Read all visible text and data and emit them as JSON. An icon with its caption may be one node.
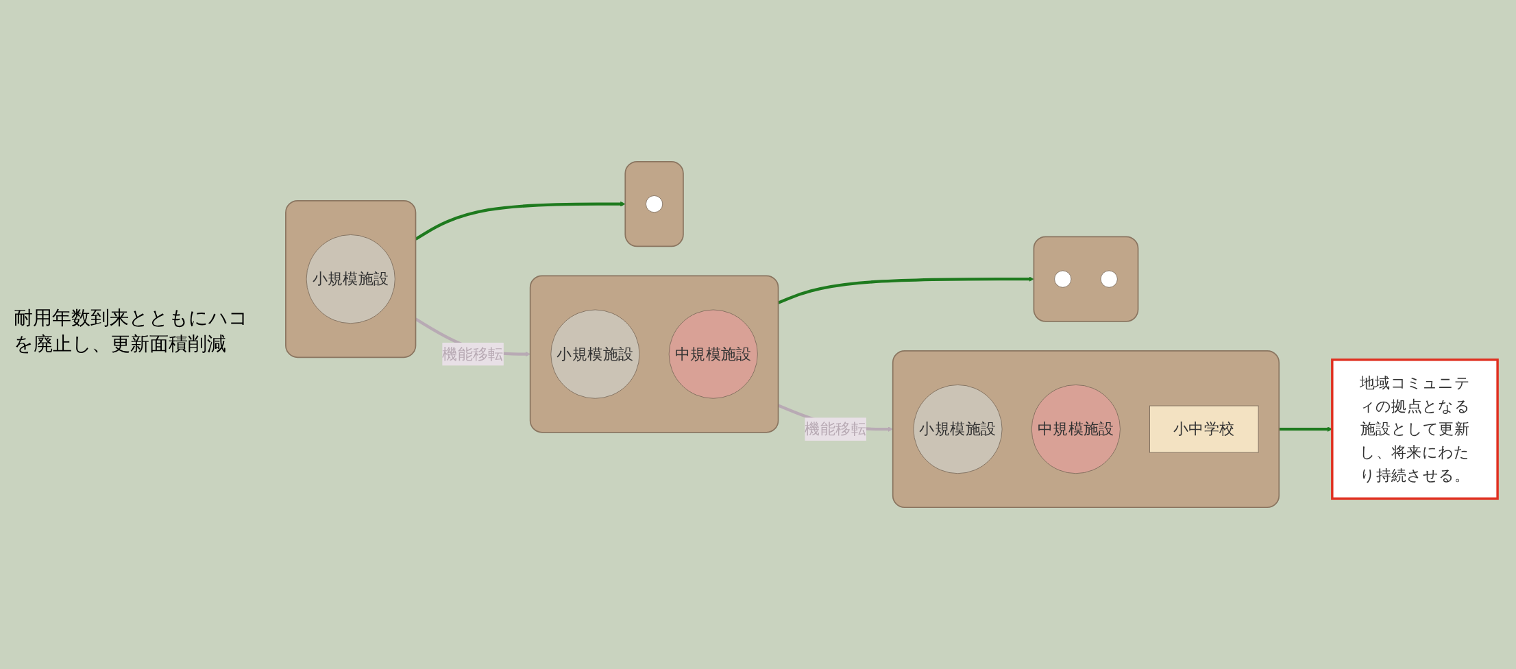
{
  "diagram": {
    "nodes": [
      {
        "text": [],
        "shape": "box"
      },
      {
        "text": [
          "小規模施設"
        ],
        "in": 0
      },
      {
        "text": [],
        "shape": "box"
      },
      {
        "text": [
          "小規模施設"
        ],
        "in": 2
      },
      {
        "text": [
          "中規模施設"
        ],
        "in": 2
      },
      {
        "text": [],
        "shape": "box"
      },
      {
        "text": [
          "小規模施設"
        ],
        "in": 5
      },
      {
        "text": [
          "中規模施設"
        ],
        "in": 5
      },
      {
        "text": [
          "小中学校"
        ],
        "in": 5
      },
      {
        "text": [],
        "shape": "box"
      },
      {
        "text": [],
        "shape": "circle",
        "in": 9
      },
      {
        "text": [],
        "shape": "box"
      },
      {
        "text": [],
        "shape": "circle",
        "in": 11
      },
      {
        "text": [],
        "shape": "circle",
        "in": 11
      },
      {
        "text": [
          "地域コミュニティの拠点となる施設として更新し、将来にわたり持続させる。"
        ]
      }
    ],
    "edges": [
      {
        "from": 0,
        "to": 2,
        "arrow": "to",
        "label": "機能移転",
        "color": "#b8aab4"
      },
      {
        "from": 2,
        "to": 5,
        "arrow": "to",
        "label": "機能移転",
        "color": "#b8aab4"
      },
      {
        "from": 0,
        "to": 9,
        "arrow": "to"
      },
      {
        "from": 2,
        "to": 11,
        "arrow": "to"
      },
      {
        "from": 5,
        "to": 14,
        "arrow": "to"
      }
    ],
    "labels": [
      "耐用年数到来とともにハコを廃止し、更新面積削減"
    ]
  }
}
